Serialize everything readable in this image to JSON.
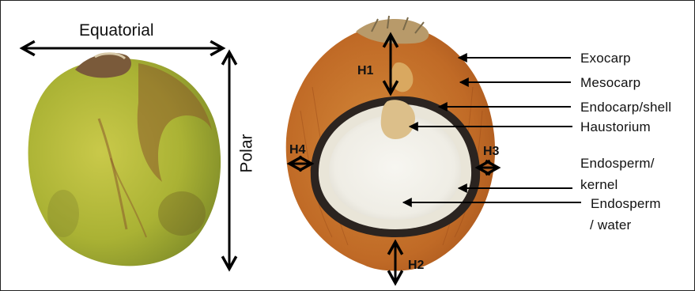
{
  "dimension_labels": {
    "equatorial": "Equatorial",
    "polar": "Polar"
  },
  "height_labels": {
    "h1": "H1",
    "h2": "H2",
    "h3": "H3",
    "h4": "H4"
  },
  "parts": {
    "exocarp": "Exocarp",
    "mesocarp": "Mesocarp",
    "endocarp": "Endocarp/shell",
    "haustorium": "Haustorium",
    "kernel_line1": "Endosperm/",
    "kernel_line2": "kernel",
    "water_line1": "Endosperm",
    "water_line2": "/ water"
  },
  "colors": {
    "husk_green": "#b9b93a",
    "husk_brown": "#c0702c",
    "shell": "#2b2420",
    "kernel": "#f2f0ea"
  }
}
